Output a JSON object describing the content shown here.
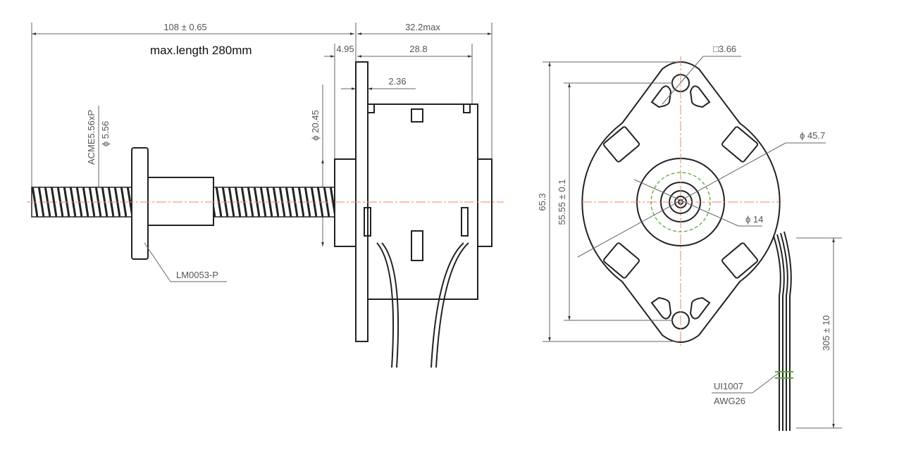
{
  "side_view": {
    "overall_length": "108 ± 0.65",
    "motor_depth_max": "32.2max",
    "max_length_note": "max.length 280mm",
    "flange_offset": "4.95",
    "body_length": "28.8",
    "flange_thickness": "2.36",
    "boss_diameter": "ϕ 20.45",
    "screw_spec": "ACME5.56xP",
    "screw_diameter": "ϕ 5.56",
    "nut_part": "LM0053-P"
  },
  "front_view": {
    "hole_size": "□3.66",
    "body_diameter": "ϕ 45.7",
    "hub_diameter": "ϕ 14",
    "overall_height": "65.3",
    "hole_spacing": "55.55 ± 0.1",
    "wire_length": "305 ± 10",
    "wire_type": "UI1007",
    "wire_gauge": "AWG26"
  },
  "colors": {
    "centerline": "#e8896a",
    "pitch_circle": "#5aa83a"
  }
}
